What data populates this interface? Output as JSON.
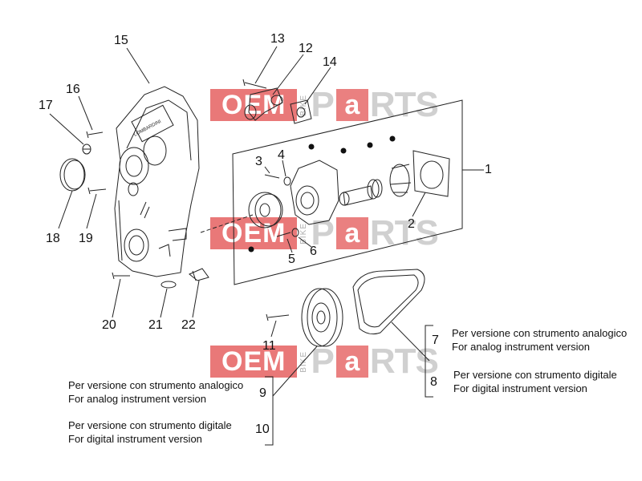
{
  "callouts": {
    "n1": "1",
    "n2": "2",
    "n3": "3",
    "n4": "4",
    "n5": "5",
    "n6": "6",
    "n7": "7",
    "n8": "8",
    "n9": "9",
    "n10": "10",
    "n11": "11",
    "n12": "12",
    "n13": "13",
    "n14": "14",
    "n15": "15",
    "n16": "16",
    "n17": "17",
    "n18": "18",
    "n19": "19",
    "n20": "20",
    "n21": "21",
    "n22": "22"
  },
  "notes": {
    "n7_line1": "Per versione con strumento analogico",
    "n7_line2": "For analog instrument version",
    "n8_line1": "Per versione con strumento digitale",
    "n8_line2": "For digital instrument version",
    "n9_line1": "Per versione con strumento analogico",
    "n9_line2": "For analog instrument version",
    "n10_line1": "Per versione con strumento digitale",
    "n10_line2": "For digital instrument version"
  },
  "cover_label": "LOMBARDINI",
  "watermark": {
    "oem": "OEM",
    "bike": "BIKE",
    "p": "P",
    "a": "a",
    "rts": "RTS"
  },
  "colors": {
    "watermark_red": "#e24b4b",
    "watermark_gray": "#bdbdbd",
    "line": "#222222"
  }
}
